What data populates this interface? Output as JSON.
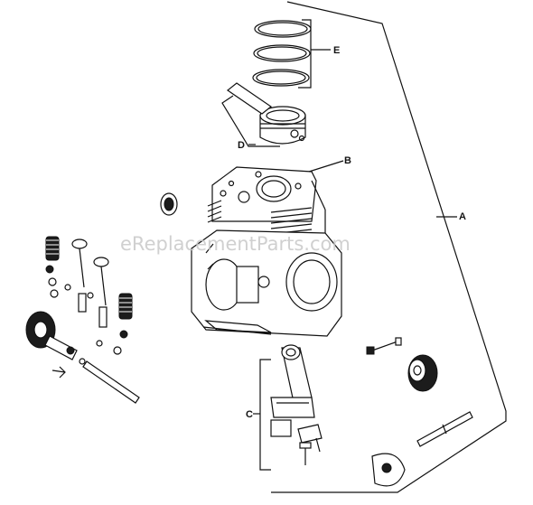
{
  "labels": {
    "A": "A",
    "B": "B",
    "C": "C",
    "D": "D",
    "E": "E"
  },
  "watermark": "eReplacementParts.com",
  "colors": {
    "ink": "#111111",
    "background": "#ffffff",
    "watermark": "#c8c8c8"
  }
}
